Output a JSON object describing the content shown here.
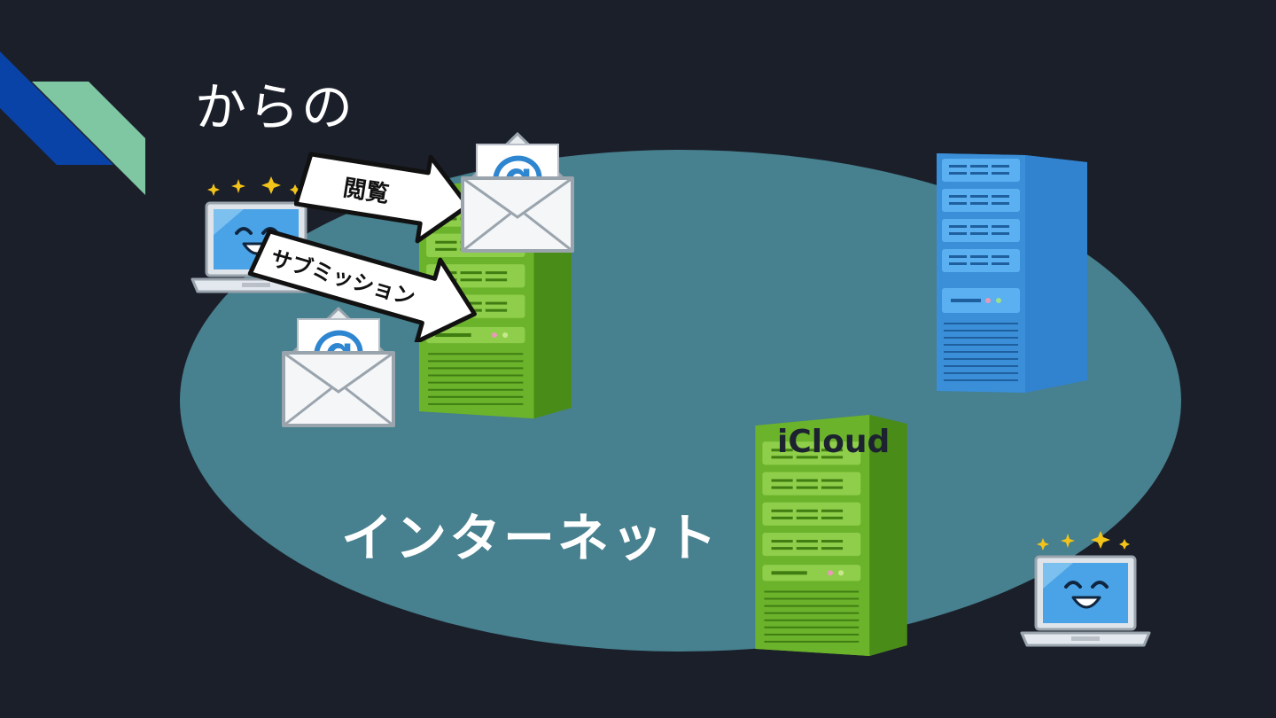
{
  "slide": {
    "title": "からの",
    "internet_label": "インターネット",
    "icloud_label": "iCloud",
    "arrow_browse_label": "閲覧",
    "arrow_submission_label": "サブミッション"
  },
  "colors": {
    "background": "#1b1f2a",
    "ellipse": "#47808e",
    "accent_blue": "#0a43a8",
    "accent_green": "#7fc6a3",
    "server_green": "#6cb32c",
    "server_blue": "#3a8fd8"
  },
  "icons": [
    "laptop-smiling-icon",
    "mail-envelope-icon",
    "server-tower-icon",
    "sparkle-icon"
  ]
}
